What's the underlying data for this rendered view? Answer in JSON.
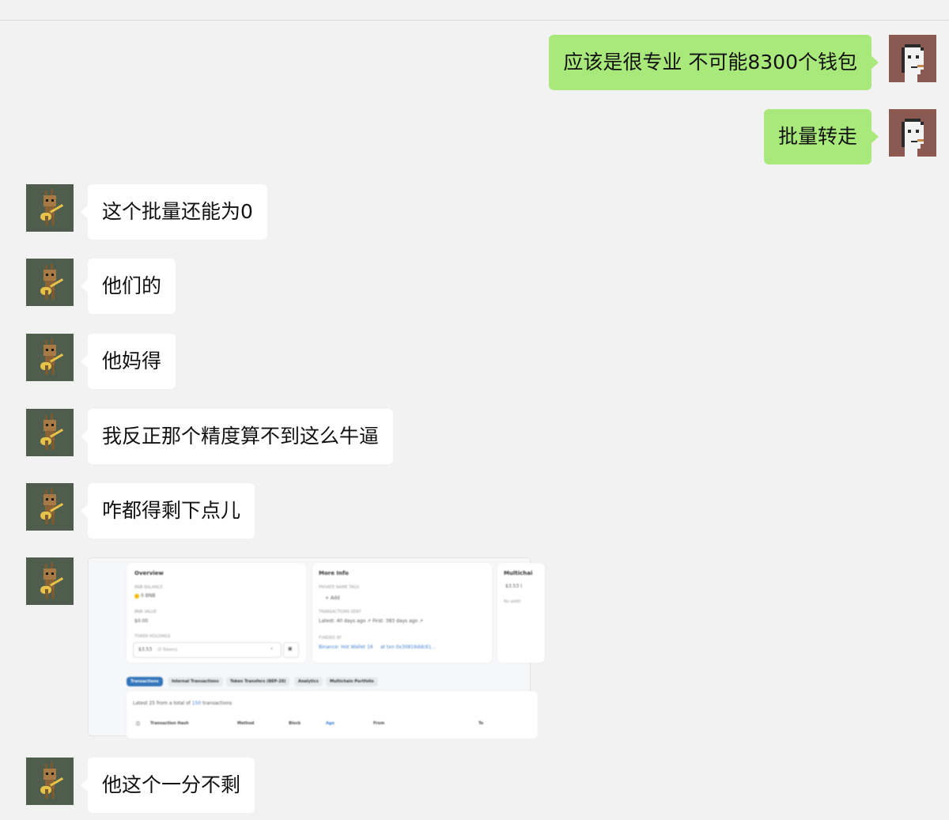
{
  "messages": [
    {
      "side": "self",
      "text": "应该是很专业 不可能8300个钱包"
    },
    {
      "side": "self",
      "text": "批量转走"
    },
    {
      "side": "other",
      "text": "这个批量还能为0"
    },
    {
      "side": "other",
      "text": "他们的"
    },
    {
      "side": "other",
      "text": "他妈得"
    },
    {
      "side": "other",
      "text": "我反正那个精度算不到这么牛逼"
    },
    {
      "side": "other",
      "text": "咋都得剩下点儿"
    },
    {
      "side": "other",
      "text": "他这个一分不剩"
    }
  ],
  "screenshot": {
    "overview": {
      "title": "Overview",
      "bnb_balance_label": "BNB BALANCE",
      "bnb_balance_value": "0 BNB",
      "bnb_value_label": "BNB VALUE",
      "bnb_value_value": "$0.00",
      "token_holdings_label": "TOKEN HOLDINGS",
      "token_holdings_value": "$3.53",
      "token_holdings_count": "(5 Tokens)"
    },
    "more_info": {
      "title": "More Info",
      "private_tags_label": "PRIVATE NAME TAGS",
      "add_label": "+ Add",
      "tx_sent_label": "TRANSACTIONS SENT",
      "tx_sent_value": "Latest: 40 days ago ↗   First: 383 days ago ↗",
      "funded_by_label": "FUNDED BY",
      "funded_by_value": "Binance: Hot Wallet 16",
      "funded_by_tx": "at txn 0x30816ddc61..."
    },
    "multichain": {
      "title": "Multichai",
      "value": "$3.53 (",
      "note": "No addit"
    },
    "tabs": [
      "Transactions",
      "Internal Transactions",
      "Token Transfers (BEP-20)",
      "Analytics",
      "Multichain Portfolio"
    ],
    "summary_prefix": "Latest 25 from a total of",
    "summary_count": "150",
    "summary_suffix": "transactions",
    "columns": [
      "Transaction Hash",
      "Method",
      "Block",
      "Age",
      "From",
      "To"
    ]
  }
}
